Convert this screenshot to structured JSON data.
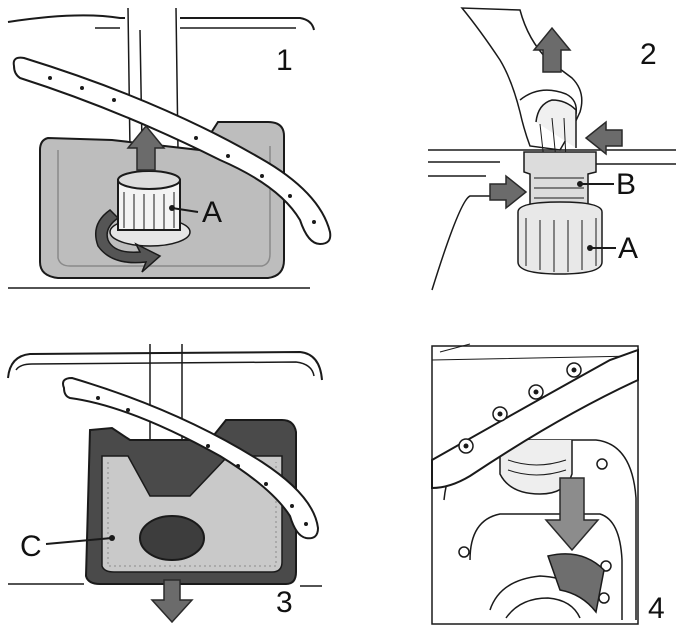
{
  "panels": [
    {
      "step": "1",
      "callouts": [
        {
          "letter": "A"
        }
      ]
    },
    {
      "step": "2",
      "callouts": [
        {
          "letter": "B"
        },
        {
          "letter": "A"
        }
      ]
    },
    {
      "step": "3",
      "callouts": [
        {
          "letter": "C"
        }
      ]
    },
    {
      "step": "4",
      "callouts": []
    }
  ],
  "colors": {
    "line": "#1a1a1a",
    "sump_fill": "#b5b5b5",
    "sump_inner": "#cfcfcf",
    "sump_dark": "#4a4a4a",
    "arrow": "#6b6b6b",
    "arrow_stroke": "#2a2a2a",
    "background": "#ffffff"
  },
  "icons": [
    "up-arrow-icon",
    "down-arrow-icon",
    "rotate-arrow-icon",
    "right-arrow-icon",
    "left-arrow-icon"
  ]
}
